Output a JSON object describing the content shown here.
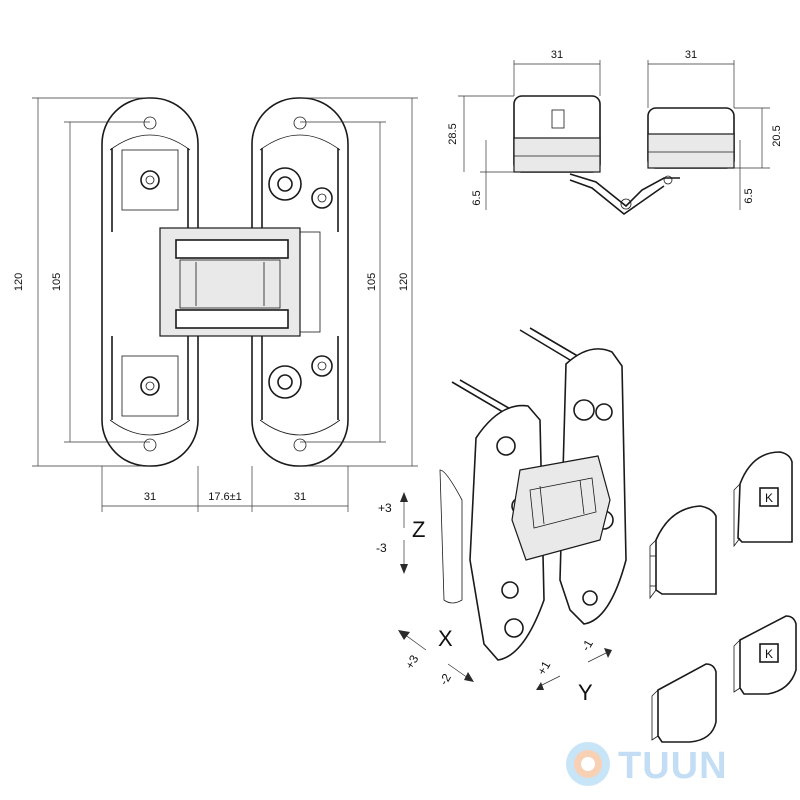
{
  "front_view": {
    "dim_left_height": "120",
    "dim_left_inner": "105",
    "dim_right_inner": "105",
    "dim_right_height": "120",
    "dim_bottom_left": "31",
    "dim_bottom_gap": "17.6±1",
    "dim_bottom_right": "31"
  },
  "top_view": {
    "dim_width_left": "31",
    "dim_width_right": "31",
    "dim_height_left": "28.5",
    "dim_offset_left": "6.5",
    "dim_height_right": "20.5",
    "dim_offset_right": "6.5"
  },
  "adjustments": {
    "z_axis": "Z",
    "z_plus": "+3",
    "z_minus": "-3",
    "x_axis": "X",
    "x_plus": "+3",
    "x_minus": "-2",
    "y_axis": "Y",
    "y_plus": "+1",
    "y_minus": "-1"
  },
  "watermark": "TUUN"
}
